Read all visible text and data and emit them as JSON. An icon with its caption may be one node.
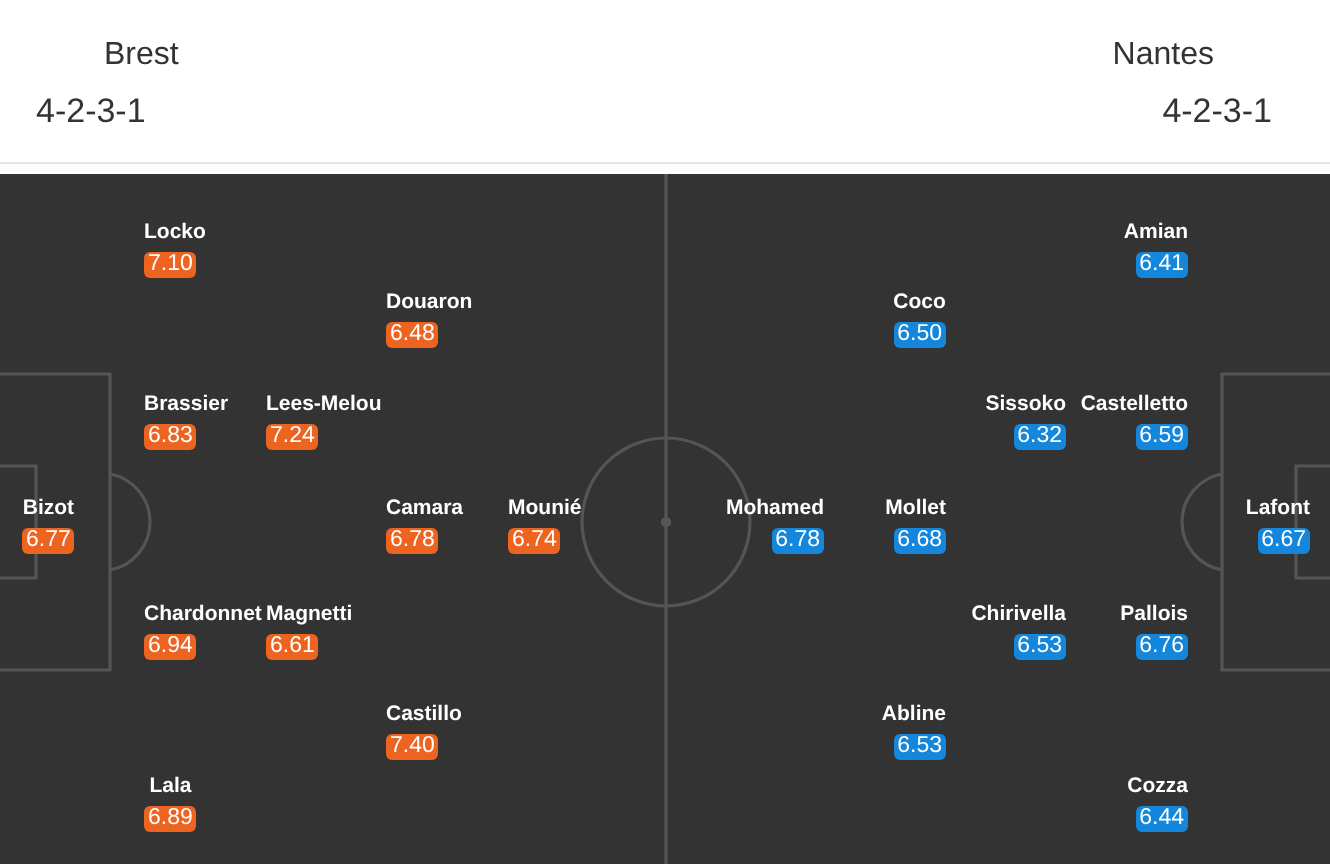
{
  "diagram": {
    "nodes": [
      {
        "text": [
          "Brest",
          "4-2-3-1"
        ]
      },
      {
        "text": [
          "Locko",
          "7.10"
        ],
        "in": 0
      },
      {
        "text": [
          "Douaron",
          "6.48"
        ],
        "in": 0
      },
      {
        "text": [
          "Brassier",
          "6.83"
        ],
        "in": 0
      },
      {
        "text": [
          "Lees-Melou",
          "7.24"
        ],
        "in": 0
      },
      {
        "text": [
          "Bizot",
          "6.77"
        ],
        "in": 0
      },
      {
        "text": [
          "Camara",
          "6.78"
        ],
        "in": 0
      },
      {
        "text": [
          "Mounié",
          "6.74"
        ],
        "in": 0
      },
      {
        "text": [
          "Chardonnet",
          "6.94"
        ],
        "in": 0
      },
      {
        "text": [
          "Magnetti",
          "6.61"
        ],
        "in": 0
      },
      {
        "text": [
          "Castillo",
          "7.40"
        ],
        "in": 0
      },
      {
        "text": [
          "Lala",
          "6.89"
        ],
        "in": 0
      },
      {
        "text": [
          "Nantes",
          "4-2-3-1"
        ]
      },
      {
        "text": [
          "Amian",
          "6.41"
        ],
        "in": 12
      },
      {
        "text": [
          "Coco",
          "6.50"
        ],
        "in": 12
      },
      {
        "text": [
          "Sissoko",
          "6.32"
        ],
        "in": 12
      },
      {
        "text": [
          "Castelletto",
          "6.59"
        ],
        "in": 12
      },
      {
        "text": [
          "Mohamed",
          "6.78"
        ],
        "in": 12
      },
      {
        "text": [
          "Mollet",
          "6.68"
        ],
        "in": 12
      },
      {
        "text": [
          "Lafont",
          "6.67"
        ],
        "in": 12
      },
      {
        "text": [
          "Chirivella",
          "6.53"
        ],
        "in": 12
      },
      {
        "text": [
          "Pallois",
          "6.76"
        ],
        "in": 12
      },
      {
        "text": [
          "Abline",
          "6.53"
        ],
        "in": 12
      },
      {
        "text": [
          "Cozza",
          "6.44"
        ],
        "in": 12
      }
    ]
  }
}
